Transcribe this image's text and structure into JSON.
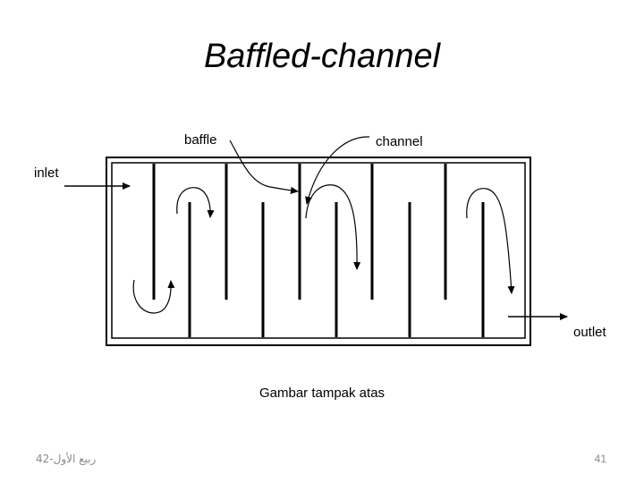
{
  "slide": {
    "title": "Baffled-channel",
    "caption": "Gambar tampak atas",
    "footer_left": "ربيع الأول-42",
    "page_number": "41"
  },
  "diagram": {
    "labels": {
      "inlet": "inlet",
      "outlet": "outlet",
      "baffle": "baffle",
      "channel": "channel"
    }
  }
}
